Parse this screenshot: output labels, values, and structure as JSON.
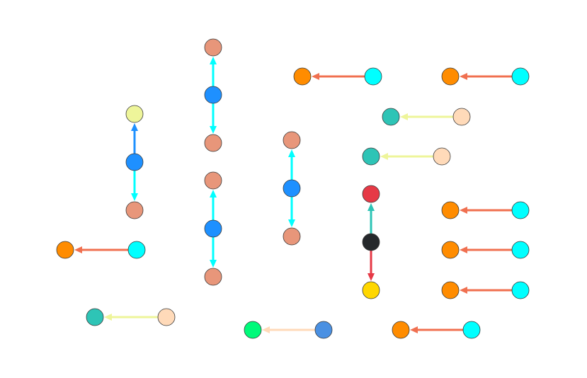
{
  "nodes": [
    {
      "id": "n1",
      "color": "#e8967a"
    },
    {
      "id": "n2",
      "color": "#1e90ff"
    },
    {
      "id": "n3",
      "color": "#e8967a"
    },
    {
      "id": "n4",
      "color": "#e8967a"
    },
    {
      "id": "n5",
      "color": "#1e90ff"
    },
    {
      "id": "n6",
      "color": "#e8967a"
    },
    {
      "id": "n7",
      "color": "#eef59a"
    },
    {
      "id": "n8",
      "color": "#1e90ff"
    },
    {
      "id": "n9",
      "color": "#e8967a"
    },
    {
      "id": "n10",
      "color": "#e8967a"
    },
    {
      "id": "n11",
      "color": "#1e90ff"
    },
    {
      "id": "n12",
      "color": "#e8967a"
    },
    {
      "id": "n13",
      "color": "#ff8c00"
    },
    {
      "id": "n14",
      "color": "#00ffff"
    },
    {
      "id": "n15",
      "color": "#ff8c00"
    },
    {
      "id": "n16",
      "color": "#00ffff"
    },
    {
      "id": "n17",
      "color": "#2ec4b6"
    },
    {
      "id": "n18",
      "color": "#ffdab9"
    },
    {
      "id": "n19",
      "color": "#2ec4b6"
    },
    {
      "id": "n20",
      "color": "#ffdab9"
    },
    {
      "id": "n21",
      "color": "#e63946"
    },
    {
      "id": "n22",
      "color": "#25282b"
    },
    {
      "id": "n23",
      "color": "#ffd700"
    },
    {
      "id": "n24",
      "color": "#ff8c00"
    },
    {
      "id": "n25",
      "color": "#00ffff"
    },
    {
      "id": "n26",
      "color": "#ff8c00"
    },
    {
      "id": "n27",
      "color": "#00ffff"
    },
    {
      "id": "n28",
      "color": "#ff8c00"
    },
    {
      "id": "n29",
      "color": "#00ffff"
    },
    {
      "id": "n30",
      "color": "#ff8c00"
    },
    {
      "id": "n31",
      "color": "#00ffff"
    },
    {
      "id": "n32",
      "color": "#2ec4b6"
    },
    {
      "id": "n33",
      "color": "#ffdab9"
    },
    {
      "id": "n34",
      "color": "#00fa7a"
    },
    {
      "id": "n35",
      "color": "#4a90e2"
    },
    {
      "id": "n36",
      "color": "#ff8c00"
    },
    {
      "id": "n37",
      "color": "#00ffff"
    }
  ],
  "edges": [
    {
      "from": "n2",
      "to": "n1",
      "color": "#00ffff"
    },
    {
      "from": "n2",
      "to": "n3",
      "color": "#00ffff"
    },
    {
      "from": "n5",
      "to": "n4",
      "color": "#00ffff"
    },
    {
      "from": "n5",
      "to": "n6",
      "color": "#00ffff"
    },
    {
      "from": "n8",
      "to": "n7",
      "color": "#1e90ff"
    },
    {
      "from": "n8",
      "to": "n9",
      "color": "#00ffff"
    },
    {
      "from": "n11",
      "to": "n10",
      "color": "#00ffff"
    },
    {
      "from": "n11",
      "to": "n12",
      "color": "#00ffff"
    },
    {
      "from": "n14",
      "to": "n13",
      "color": "#f07050"
    },
    {
      "from": "n16",
      "to": "n15",
      "color": "#f07050"
    },
    {
      "from": "n18",
      "to": "n17",
      "color": "#eef59a"
    },
    {
      "from": "n20",
      "to": "n19",
      "color": "#eef59a"
    },
    {
      "from": "n22",
      "to": "n21",
      "color": "#2ec4b6"
    },
    {
      "from": "n22",
      "to": "n23",
      "color": "#e63946"
    },
    {
      "from": "n25",
      "to": "n24",
      "color": "#f07050"
    },
    {
      "from": "n27",
      "to": "n26",
      "color": "#f07050"
    },
    {
      "from": "n29",
      "to": "n28",
      "color": "#f07050"
    },
    {
      "from": "n31",
      "to": "n30",
      "color": "#f07050"
    },
    {
      "from": "n33",
      "to": "n32",
      "color": "#eef59a"
    },
    {
      "from": "n35",
      "to": "n34",
      "color": "#ffdab9"
    },
    {
      "from": "n37",
      "to": "n36",
      "color": "#f07050"
    }
  ]
}
